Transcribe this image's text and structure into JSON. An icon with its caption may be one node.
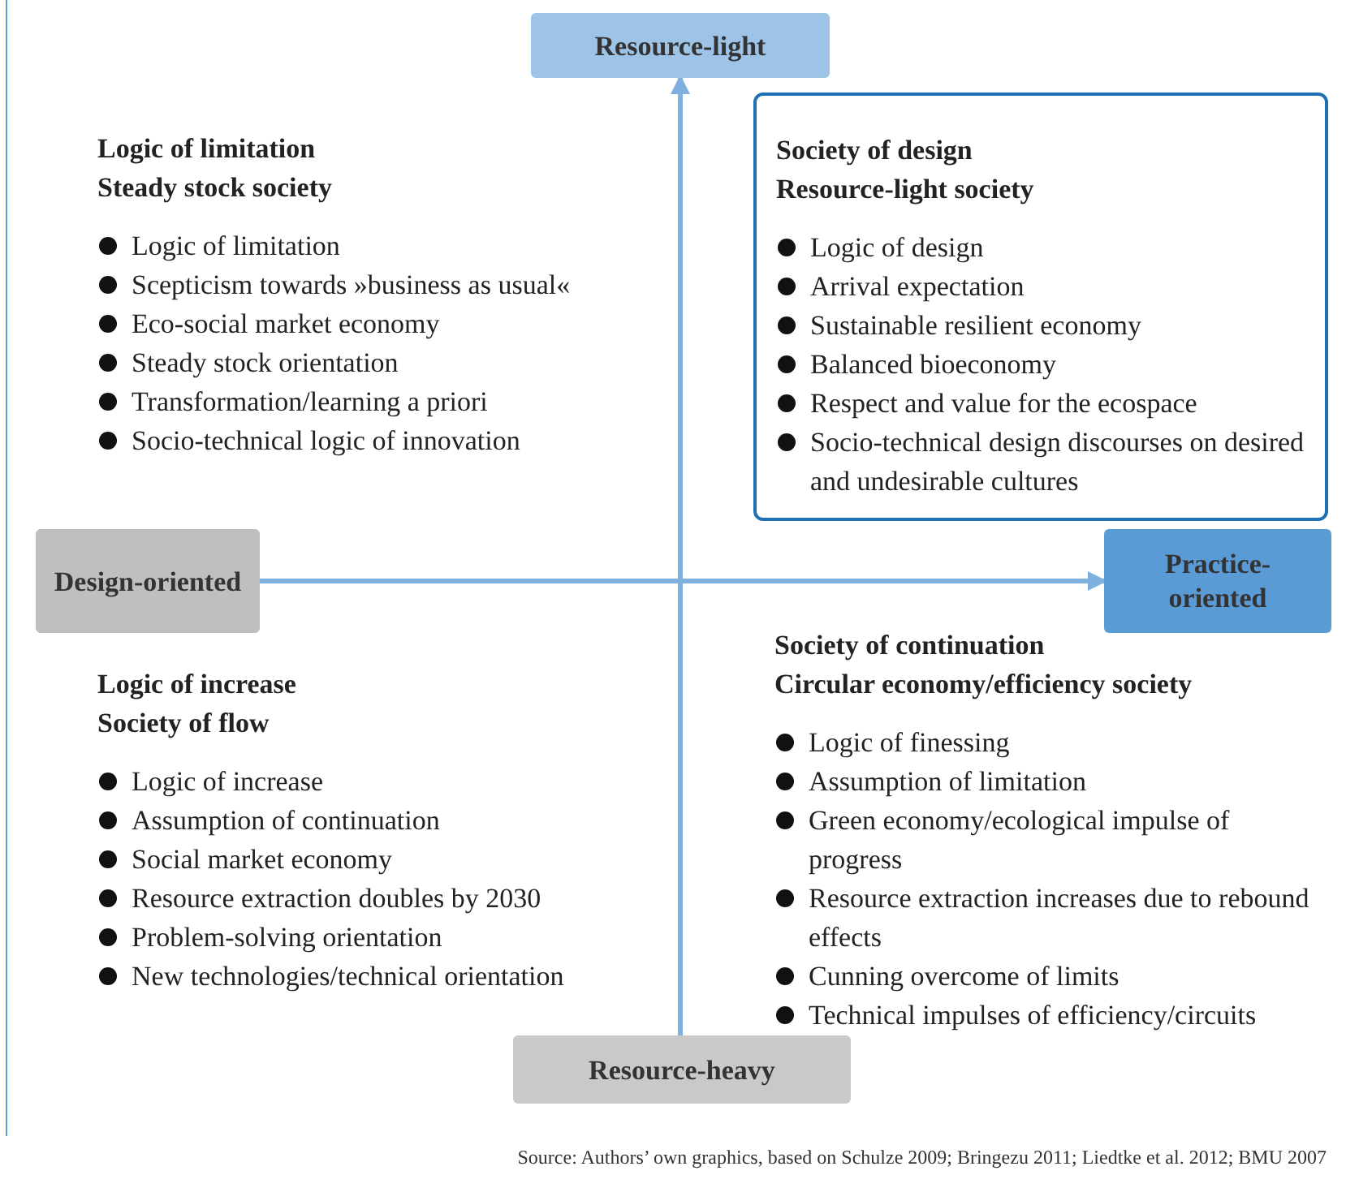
{
  "diagram": {
    "caption": "Source: Authors’ own graphics, based on Schulze 2009; Bringezu 2011; Liedtke et al. 2012; BMU 2007",
    "nodes": [
      {
        "text": [
          "Resource-light"
        ]
      },
      {
        "text": [
          "Society of design",
          "Resource-light society",
          "Logic of design",
          "Arrival expectation",
          "Sustainable resilient economy",
          "Balanced bioeconomy",
          "Respect and value for the ecospace",
          "Socio-technical design discourses on desired and undesirable cultures"
        ]
      },
      {
        "text": [
          "Design-oriented"
        ]
      },
      {
        "text": [
          "Practice-oriented"
        ]
      },
      {
        "text": [
          "Resource-heavy"
        ]
      }
    ],
    "edges": [
      {
        "from": 4,
        "to": 0,
        "arrow": "to"
      },
      {
        "from": 2,
        "to": 3,
        "arrow": "to"
      }
    ],
    "labels": [
      "Logic of limitation",
      "Steady stock society",
      "Logic of limitation",
      "Scepticism towards »business as usual«",
      "Eco-social market economy",
      "Steady stock orientation",
      "Transformation/learning a priori",
      "Socio-technical logic of innovation",
      "Logic of increase",
      "Society of flow",
      "Logic of increase",
      "Assumption of continuation",
      "Social market economy",
      "Resource extraction doubles by 2030",
      "Problem-solving orientation",
      "New technologies/technical orientation",
      "Society of continuation",
      "Circular economy/efficiency society",
      "Logic of finessing",
      "Assumption of limitation",
      "Green economy/ecological impulse of progress",
      "Resource extraction increases due to rebound effects",
      "Cunning overcome of limits",
      "Technical impulses of efficiency/circuits"
    ]
  }
}
